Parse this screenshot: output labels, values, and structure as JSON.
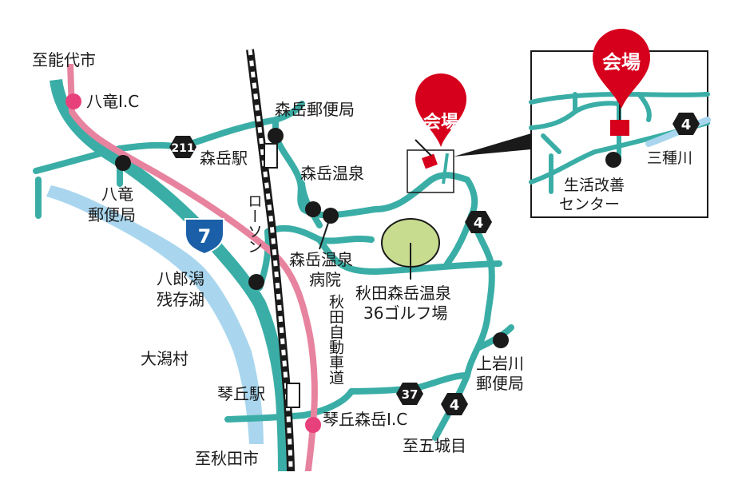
{
  "colors": {
    "road": "#3aaea6",
    "expressway": "#e7839f",
    "water": "#a9d6ee",
    "golf": "#c8dc8f",
    "venue_red": "#d6001c",
    "poi": "#1a1a1a",
    "ic": "#e8407b",
    "national_route": "#1a5fa8"
  },
  "labels": {
    "noshiro": "至能代市",
    "hachiryu_ic": "八竜I.C",
    "hachiryu_post_1": "八竜",
    "hachiryu_post_2": "郵便局",
    "route7": "7",
    "hachirogata_1": "八郎潟",
    "hachirogata_2": "残存湖",
    "ogata": "大潟村",
    "kotooka_station": "琴丘駅",
    "kotooka_ic": "琴丘森岳I.C",
    "akita_city": "至秋田市",
    "route211": "211",
    "moritake_station": "森岳駅",
    "moritake_post": "森岳郵便局",
    "moritake_onsen": "森岳温泉",
    "lawson": "ローソン",
    "hospital_1": "森岳温泉",
    "hospital_2": "病院",
    "expressway": "秋田自動車道",
    "golf_1": "秋田森岳温泉",
    "golf_2": "36ゴルフ場",
    "venue": "会場",
    "route4": "4",
    "kamiiwakawa_1": "上岩川",
    "kamiiwakawa_2": "郵便局",
    "route37": "37",
    "goshome": "至五城目",
    "inset_venue": "会場",
    "inset_route4": "4",
    "mitanegawa": "三種川",
    "center_1": "生活改善",
    "center_2": "センター"
  }
}
